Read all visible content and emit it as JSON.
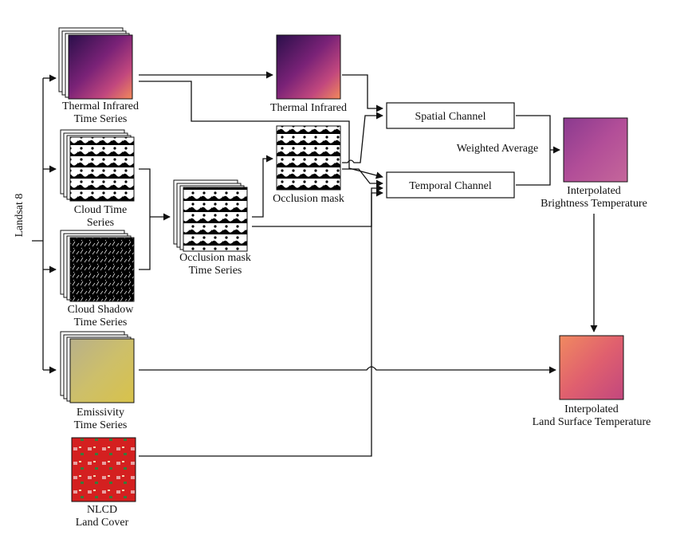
{
  "source_label": "Landsat 8",
  "inputs": {
    "thermal_ts": [
      "Thermal Infrared",
      "Time Series"
    ],
    "cloud_ts": [
      "Cloud Time",
      "Series"
    ],
    "shadow_ts": [
      "Cloud Shadow",
      "Time Series"
    ],
    "emissivity_ts": [
      "Emissivity",
      "Time Series"
    ],
    "nlcd": [
      "NLCD",
      "Land Cover"
    ]
  },
  "intermediate": {
    "occlusion_ts": [
      "Occlusion mask",
      "Time Series"
    ],
    "thermal": "Thermal Infrared",
    "occlusion": "Occlusion mask"
  },
  "channels": {
    "spatial": "Spatial Channel",
    "temporal": "Temporal Channel",
    "combine": "Weighted Average"
  },
  "outputs": {
    "brightness": [
      "Interpolated",
      "Brightness Temperature"
    ],
    "lst": [
      "Interpolated",
      "Land Surface Temperature"
    ]
  },
  "colors": {
    "thermal_dark": "#2a0f4a",
    "thermal_mid": "#9c2f86",
    "thermal_hot": "#f28a5a",
    "brightness": "#a8459a",
    "lst": "#e8706a",
    "emissivity": "#c9bb6a",
    "nlcd_red": "#d42020"
  }
}
